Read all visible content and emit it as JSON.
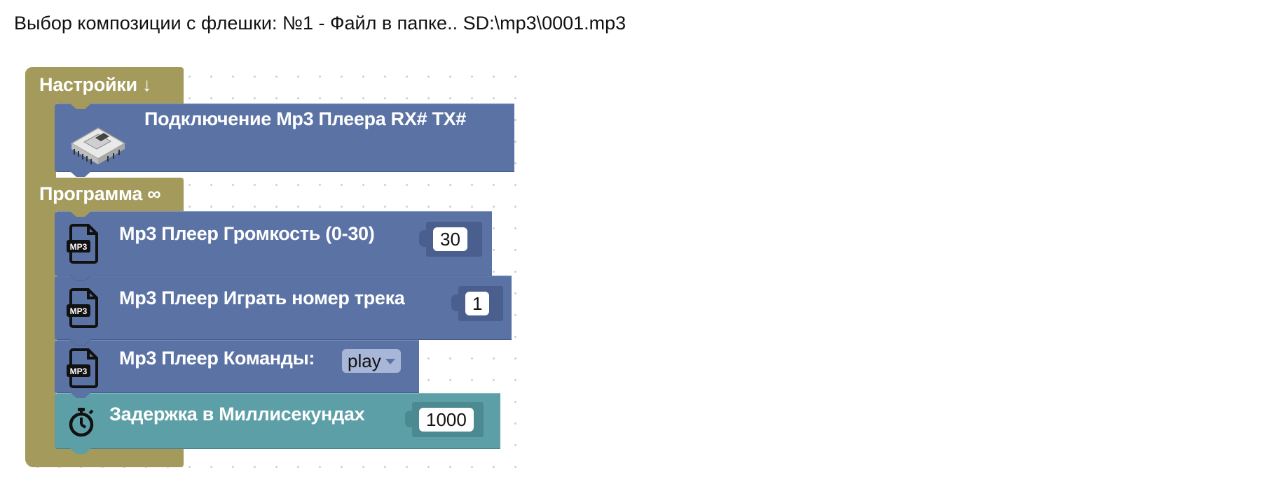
{
  "caption": "Выбор композиции с флешки: №1 - Файл в папке.. SD:\\mp3\\0001.mp3",
  "colors": {
    "structure": "#a39a5c",
    "mp3_block": "#5b72a5",
    "time_block": "#5d9fa6",
    "dropdown": "#a8b7d8"
  },
  "settings": {
    "title": "Настройки ↓",
    "connect_block": {
      "icon": "mp3-module-icon",
      "label": "Подключение Mp3 Плеера  RX# TX#"
    }
  },
  "program": {
    "title": "Программа ∞",
    "volume_block": {
      "icon": "mp3-file-icon",
      "label": "Mp3 Плеер  Громкость (0-30)",
      "value": "30"
    },
    "track_block": {
      "icon": "mp3-file-icon",
      "label": "Mp3 Плеер  Играть номер трека",
      "value": "1"
    },
    "command_block": {
      "icon": "mp3-file-icon",
      "label": "Mp3 Плеер  Команды:",
      "selected": "play"
    },
    "delay_block": {
      "icon": "stopwatch-icon",
      "label": "Задержка в Миллисекундах",
      "value": "1000"
    }
  }
}
